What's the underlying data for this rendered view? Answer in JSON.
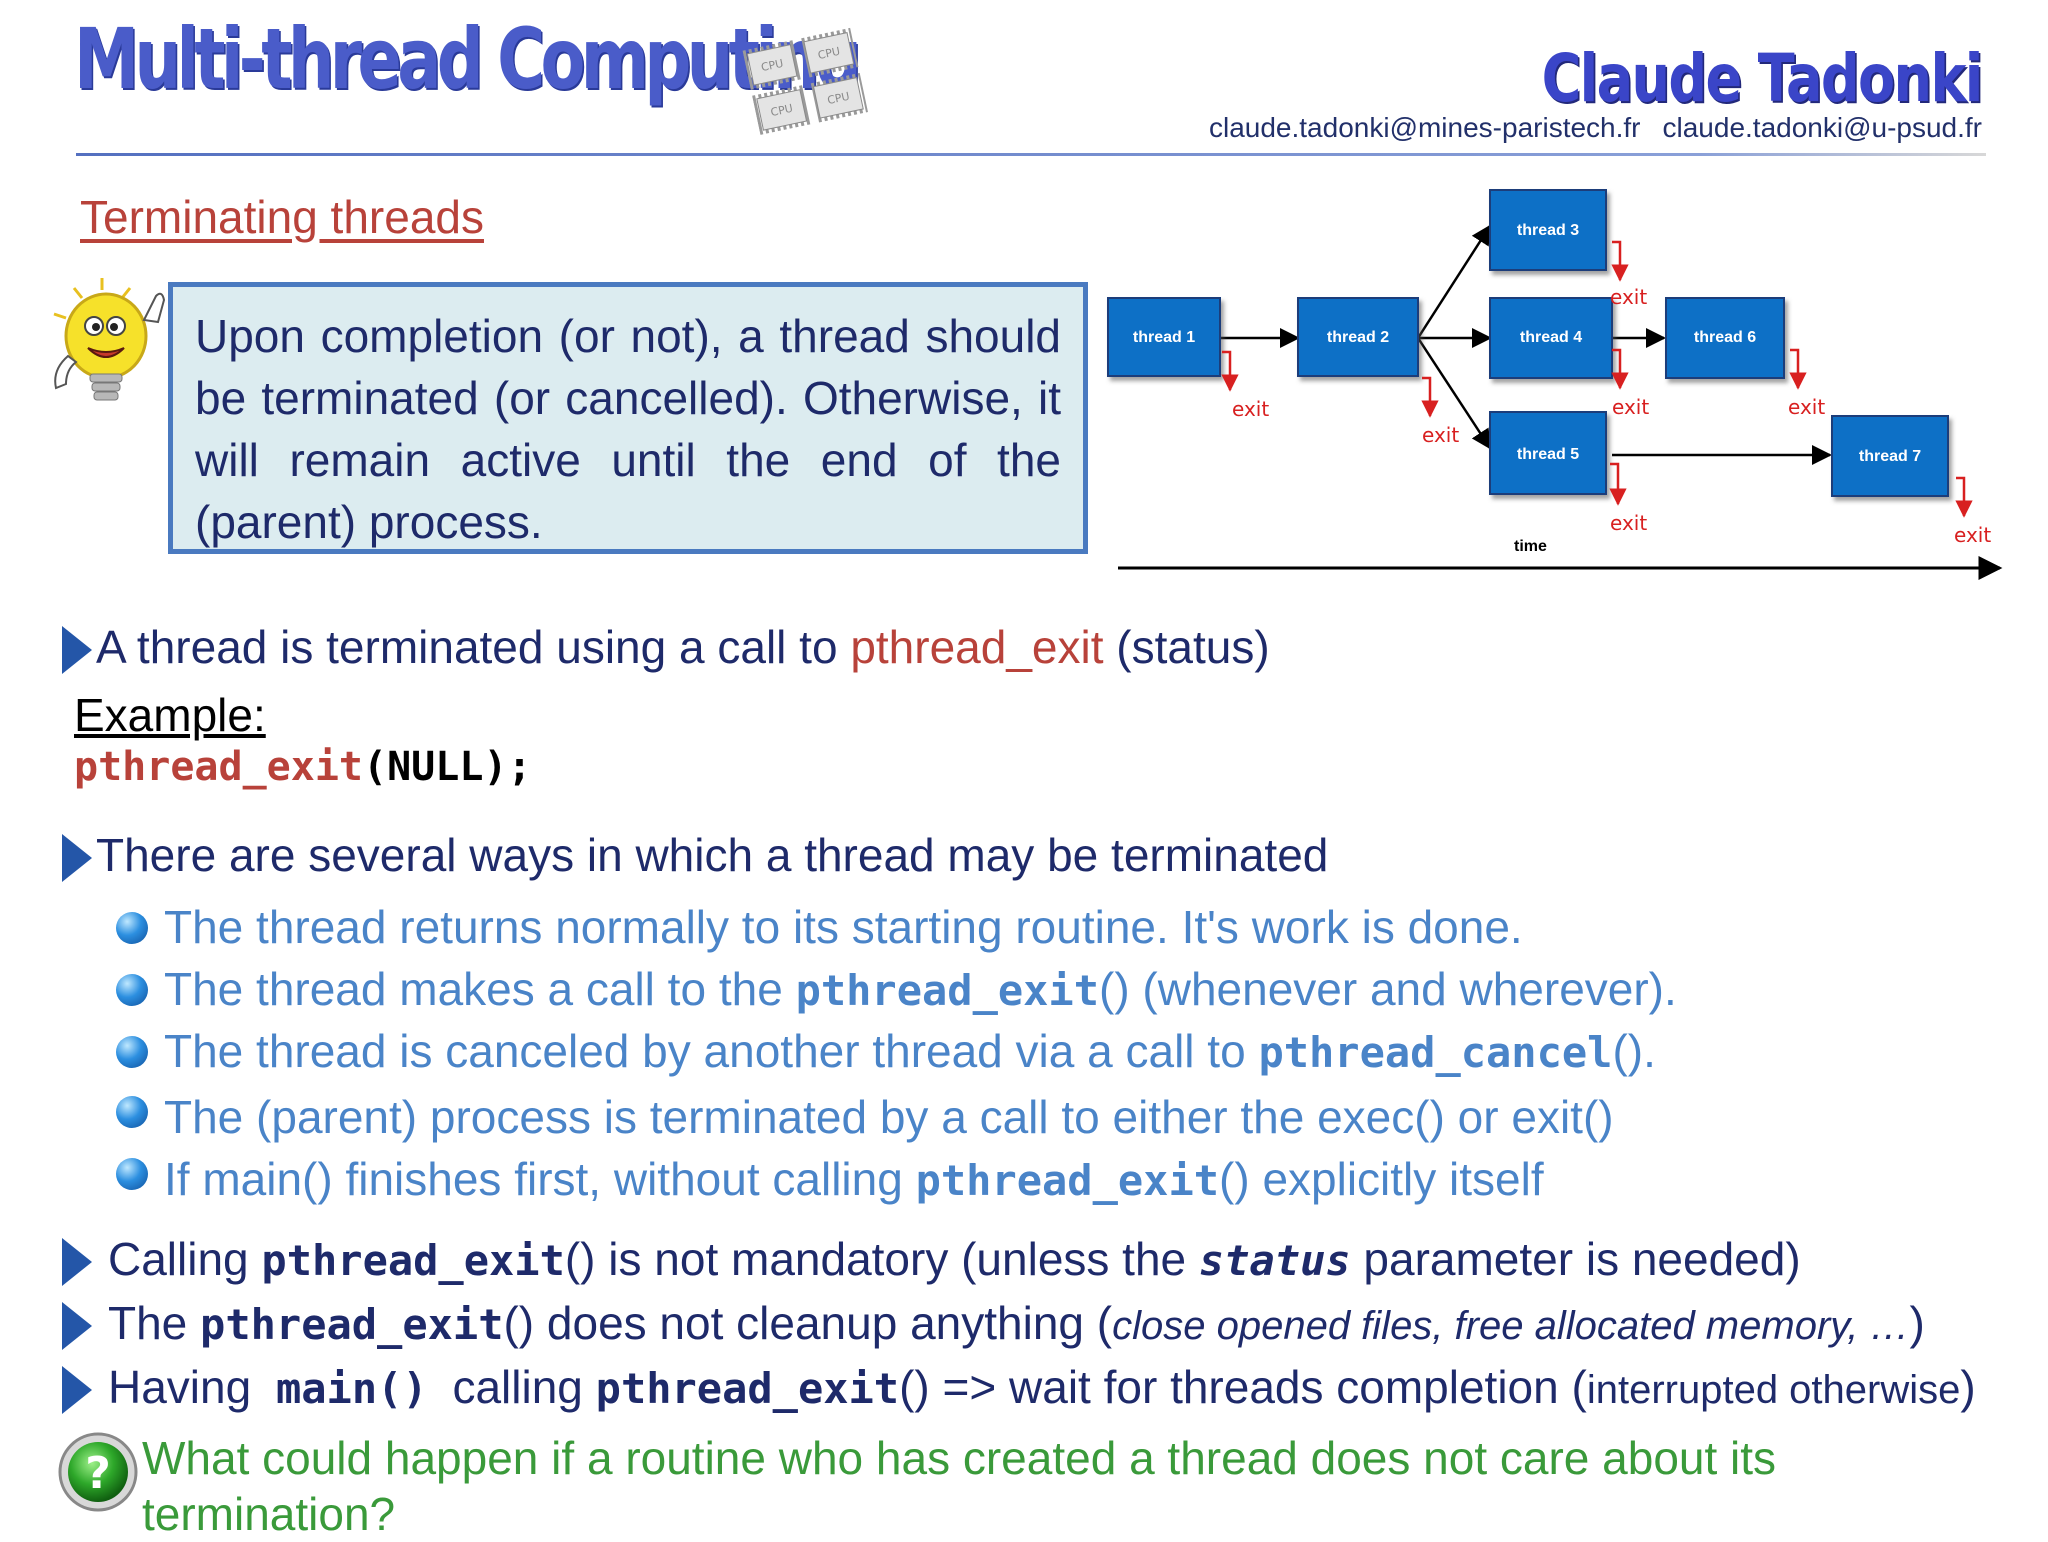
{
  "header": {
    "course_title": "Multi-thread Computing",
    "chip_labels": [
      "CPU",
      "CPU",
      "CPU",
      "CPU"
    ],
    "author": "Claude  Tadonki",
    "email_1": "claude.tadonki@mines-paristech.fr",
    "email_2": "claude.tadonki@u-psud.fr"
  },
  "section_title": "Terminating threads",
  "callout_text": "Upon completion (or not), a thread should be terminated (or cancelled). Otherwise, it will remain active until the end of the (parent) process.",
  "diagram": {
    "threads": [
      "thread 1",
      "thread 2",
      "thread 3",
      "thread 4",
      "thread 5",
      "thread 6",
      "thread 7"
    ],
    "exit_label": "exit",
    "axis_label": "time",
    "colors": {
      "box": "#0f6fc6",
      "arrow": "#000000",
      "exit": "#d82020"
    }
  },
  "point1": {
    "pre": "A thread is terminated using a call to ",
    "fn": "pthread_exit",
    "post": " (status)"
  },
  "example": {
    "label": "Example:",
    "fn": "pthread_exit",
    "args": "(NULL);"
  },
  "point2": "There are several ways in which a thread may be terminated",
  "ways": {
    "w1": "The thread returns normally to its starting routine. It's work is done.",
    "w2_pre": "The thread makes a call to the ",
    "w2_fn": "pthread_exit",
    "w2_post": "() (whenever and wherever).",
    "w3_pre": "The thread is canceled by another thread via a call to ",
    "w3_fn": "pthread_cancel",
    "w3_post": "().",
    "w4": "The (parent) process is terminated by a call to either the exec() or exit()",
    "w5_pre": "If main() finishes first, without calling ",
    "w5_fn": "pthread_exit",
    "w5_post": "() explicitly itself"
  },
  "point3": {
    "pre": "Calling ",
    "fn": "pthread_exit",
    "mid": "() is not mandatory (unless the ",
    "param": "status",
    "post": " parameter is needed)"
  },
  "point4": {
    "pre": "The ",
    "fn": "pthread_exit",
    "mid": "() does not cleanup anything (",
    "italic": "close opened files, free allocated memory, …",
    "post": ")"
  },
  "point5": {
    "pre": "Having ",
    "main": "main()",
    "mid": " calling ",
    "fn": "pthread_exit",
    "post": "() => wait for threads completion (",
    "small": "interrupted otherwise",
    "end": ")"
  },
  "question": {
    "line1": "What could happen if a routine who has created a thread does not care about its",
    "line2": "termination?"
  }
}
